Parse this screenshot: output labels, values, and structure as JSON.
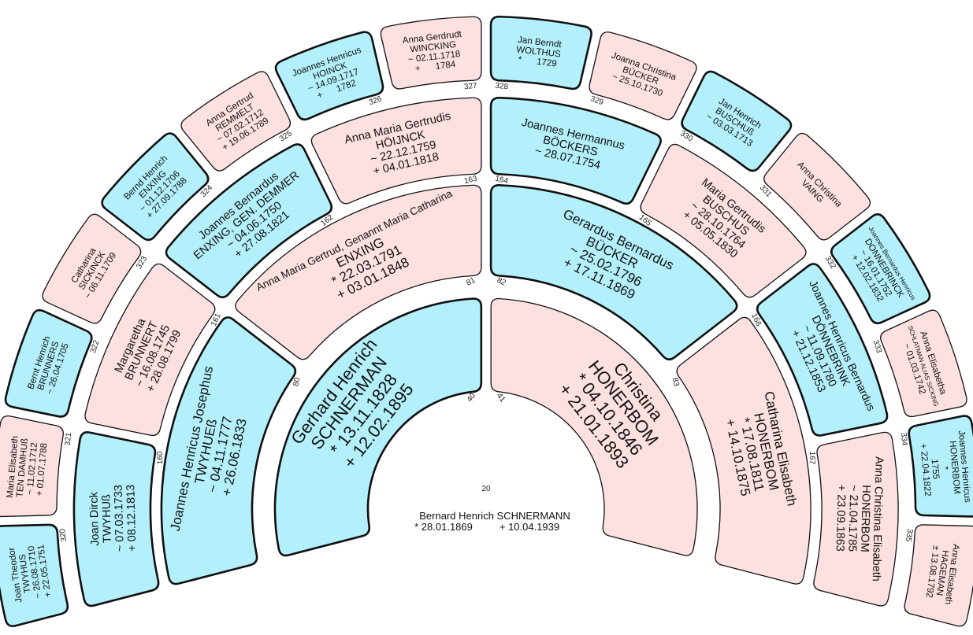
{
  "colors": {
    "male": "#b3f0fb",
    "female": "#fde0e0",
    "stroke": "#111111"
  },
  "root": {
    "number": "20",
    "name": "Bernard Henrich SCHNERMANN",
    "birth": "* 28.01.1869",
    "death": "+ 10.04.1939"
  },
  "generations": [
    [
      {
        "number": "40",
        "sex": "m",
        "lines": [
          "Gerhard Henrich",
          "SCHNERMAN",
          "* 13.11.1828",
          "+ 12.02.1895"
        ]
      },
      {
        "number": "41",
        "sex": "f",
        "lines": [
          "Christina",
          "HONERBOM",
          "* 04.10.1846",
          "+ 21.01.1893"
        ]
      }
    ],
    [
      {
        "number": "80",
        "sex": "m",
        "lines": [
          "Joannes Henricus Josephus",
          "TWYHUEß",
          "~ 04.11.1777",
          "+ 26.06.1833"
        ]
      },
      {
        "number": "81",
        "sex": "f",
        "lines": [
          "Anna Maria Gertrud, Genannt Maria Catharina",
          "ENXING",
          "* 22.03.1791",
          "+ 03.01.1848"
        ]
      },
      {
        "number": "82",
        "sex": "m",
        "lines": [
          "Gerardus Bernardus",
          "BÜCKER",
          "~ 25.02.1796",
          "+ 17.11.1869"
        ]
      },
      {
        "number": "83",
        "sex": "f",
        "lines": [
          "Catharina Elisabeth",
          "HONERBOM",
          "* 17.08.1811",
          "+ 14.10.1875"
        ]
      }
    ],
    [
      {
        "number": "160",
        "sex": "m",
        "lines": [
          "Joan Dirck",
          "TWYHUß",
          "~ 07.03.1733",
          "+ 08.12.1813"
        ]
      },
      {
        "number": "161",
        "sex": "f",
        "lines": [
          "Margaretha",
          "BRUNNERT",
          "~ 16.08.1745",
          "+ 28.08.1799"
        ]
      },
      {
        "number": "162",
        "sex": "m",
        "lines": [
          "Joannes Bernardus",
          "ENXING, GEN. DEMMER",
          "~ 04.06.1750",
          "+ 27.08.1821"
        ]
      },
      {
        "number": "163",
        "sex": "f",
        "lines": [
          "Anna Maria Gertrudis",
          "HÖIJNCK",
          "~ 22.12.1759",
          "+ 04.01.1818"
        ]
      },
      {
        "number": "164",
        "sex": "m",
        "lines": [
          "Joannes Hermannus",
          "BÖCKERS",
          "~ 28.07.1754"
        ]
      },
      {
        "number": "165",
        "sex": "f",
        "lines": [
          "Maria Gertrudis",
          "BUSCHUS",
          "~ 28.10.1764",
          "+ 05.05.1830"
        ]
      },
      {
        "number": "166",
        "sex": "m",
        "lines": [
          "Joannes Henricus Bernardus",
          "DÖNNEBRINK",
          "~ 11.09.1780",
          "+ 21.12.1853"
        ]
      },
      {
        "number": "167",
        "sex": "f",
        "lines": [
          "Anna Christina Elisabeth",
          "HONERBOM",
          "~ 21.04.1785",
          "+ 23.09.1863"
        ]
      }
    ],
    [
      {
        "number": "320",
        "sex": "m",
        "lines": [
          "Joan Theodor",
          "TWYHUS",
          "~ 26.08.1710",
          "+ 22.05.1751"
        ]
      },
      {
        "number": "321",
        "sex": "f",
        "lines": [
          "Maria Elisabeth",
          "TEN DAMHUß",
          "~ 11.02.1712",
          "+ 01.07.1788"
        ]
      },
      {
        "number": "322",
        "sex": "m",
        "lines": [
          "Bernt Henrich",
          "BRUNNERS",
          "~ 26.04.1705"
        ]
      },
      {
        "number": "323",
        "sex": "f",
        "lines": [
          "Catharina",
          "SICKINCK",
          "~ 06.11.1709"
        ]
      },
      {
        "number": "324",
        "sex": "m",
        "lines": [
          "Bernd Henrich",
          "ENXING",
          "~ 01.12.1706",
          "+ 27.09.1788"
        ]
      },
      {
        "number": "325",
        "sex": "f",
        "lines": [
          "Anna Gertrud",
          "REMMELT",
          "~ 07.02.1712",
          "+ 19.06.1789"
        ]
      },
      {
        "number": "326",
        "sex": "m",
        "lines": [
          "Joannes Henricus",
          "HOINCK",
          "~ 14.09.1717",
          "+      1782"
        ]
      },
      {
        "number": "327",
        "sex": "f",
        "lines": [
          "Anna Gerdrudt",
          "WINCKING",
          "~ 02.11.1718",
          "+      1784"
        ]
      },
      {
        "number": "328",
        "sex": "m",
        "lines": [
          "Jan Berndt",
          "WOLTHUS",
          "*      1729"
        ]
      },
      {
        "number": "329",
        "sex": "f",
        "lines": [
          "Joanna Christina",
          "BÜCKER",
          "~ 25.10.1730"
        ]
      },
      {
        "number": "330",
        "sex": "m",
        "lines": [
          "Jan Henrich",
          "BUSCHUß",
          "~ 03.03.1713"
        ]
      },
      {
        "number": "331",
        "sex": "f",
        "lines": [
          "Anna Christina",
          "VAING"
        ]
      },
      {
        "number": "332",
        "sex": "m",
        "lines": [
          "Joannes Bernardus Henricus",
          "DONNEBRINCK",
          "~ 16.01.1752",
          "+ 12.02.1832"
        ]
      },
      {
        "number": "333",
        "sex": "f",
        "lines": [
          "Anna Elisabetha",
          "SCHLATMAN ALIAS SICKING",
          "~ 01.03.1742"
        ]
      },
      {
        "number": "334",
        "sex": "m",
        "lines": [
          "Joannes Henricus",
          "HONERBOM",
          "*",
          "1755",
          "+ 22.04.1822"
        ]
      },
      {
        "number": "335",
        "sex": "f",
        "lines": [
          "Anna Elisabeth",
          "HAGEMAN",
          "± 13.08.1792"
        ]
      }
    ]
  ]
}
